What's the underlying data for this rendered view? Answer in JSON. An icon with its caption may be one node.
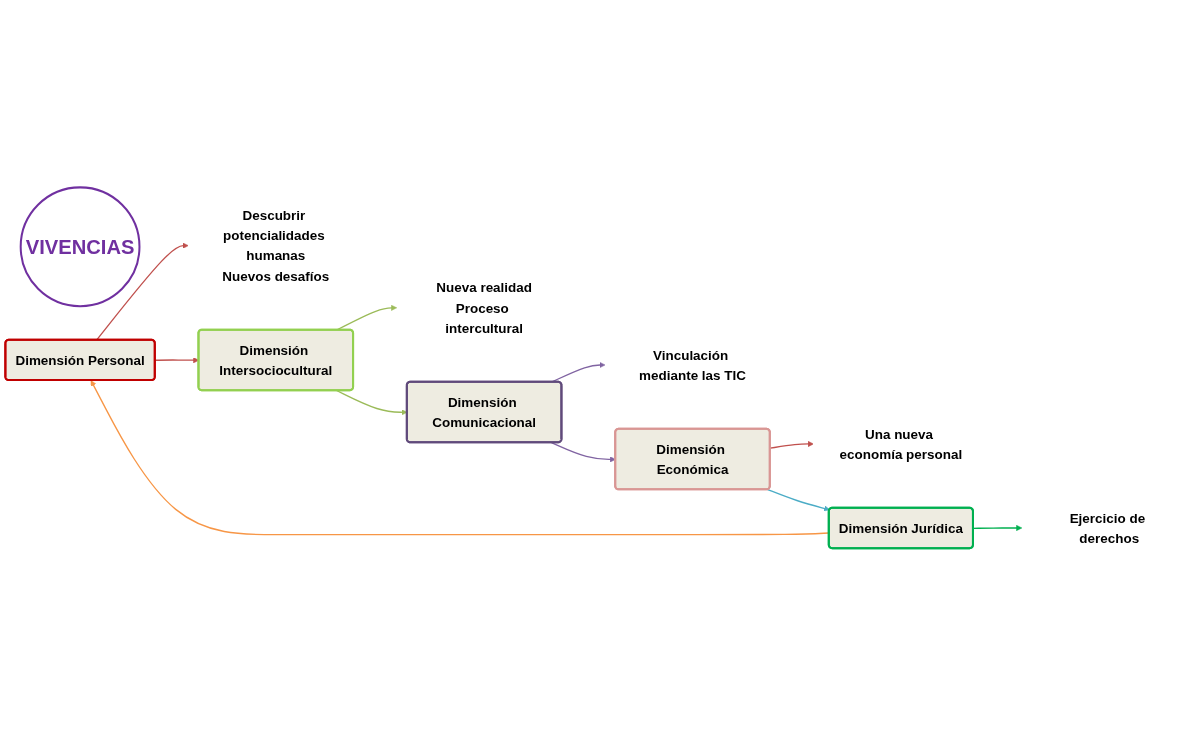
{
  "diagram": {
    "nodes": [
      {
        "text": [
          "VIVENCIAS"
        ]
      },
      {
        "text": [
          "Dimensión Personal"
        ]
      },
      {
        "text": [
          "Descubrir potencialidades humanas",
          "Nuevos desafíos"
        ]
      },
      {
        "text": [
          "Dimensión Intersociocultural"
        ]
      },
      {
        "text": [
          "Nueva realidad",
          "Proceso intercultural"
        ]
      },
      {
        "text": [
          "Dimensión Comunicacional"
        ]
      },
      {
        "text": [
          "Vinculación mediante las TIC"
        ]
      },
      {
        "text": [
          "Dimensión Económica"
        ]
      },
      {
        "text": [
          "Una nueva economía personal"
        ]
      },
      {
        "text": [
          "Dimensión Jurídica"
        ]
      },
      {
        "text": [
          "Ejercicio de derechos"
        ]
      }
    ],
    "edges": [
      {
        "from": 1,
        "to": 2,
        "arrow": "to",
        "color": "#c0504d"
      },
      {
        "from": 1,
        "to": 3,
        "arrow": "to",
        "color": "#c0504d"
      },
      {
        "from": 3,
        "to": 4,
        "arrow": "to",
        "color": "#9bbb59"
      },
      {
        "from": 3,
        "to": 5,
        "arrow": "to",
        "color": "#9bbb59"
      },
      {
        "from": 5,
        "to": 6,
        "arrow": "to",
        "color": "#8064a2"
      },
      {
        "from": 5,
        "to": 7,
        "arrow": "to",
        "color": "#8064a2"
      },
      {
        "from": 7,
        "to": 8,
        "arrow": "to",
        "color": "#c0504d"
      },
      {
        "from": 7,
        "to": 9,
        "arrow": "to",
        "color": "#4bacc6"
      },
      {
        "from": 9,
        "to": 10,
        "arrow": "to",
        "color": "#00b050"
      },
      {
        "from": 9,
        "to": 1,
        "arrow": "to",
        "color": "#f79646"
      }
    ]
  }
}
